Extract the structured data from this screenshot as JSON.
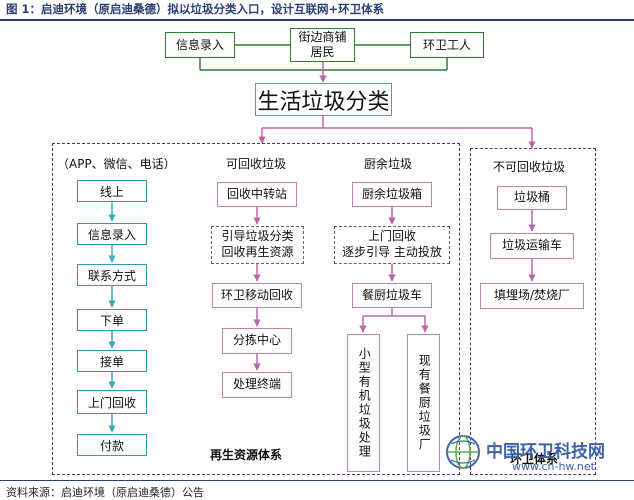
{
  "figure_title": "图 1：启迪环境（原启迪桑德）拟以垃圾分类入口，设计互联网+环卫体系",
  "source_note": "资料来源：启迪环境（原启迪桑德）公告",
  "top": {
    "info_entry": "信息录入",
    "residents_line1": "街边商铺",
    "residents_line2": "居民",
    "sanitation_worker": "环卫工人",
    "main": "生活垃圾分类"
  },
  "left_column": {
    "header": "（APP、微信、电话）",
    "steps": [
      "线上",
      "信息录入",
      "联系方式",
      "下单",
      "接单",
      "上门回收",
      "付款"
    ]
  },
  "recyclable": {
    "header": "可回收垃圾",
    "transfer_station": "回收中转站",
    "guide_line1": "引导垃圾分类",
    "guide_line2": "回收再生资源",
    "mobile_recycling": "环卫移动回收",
    "sorting_center": "分拣中心",
    "terminal": "处理终端",
    "system_label": "再生资源体系"
  },
  "kitchen": {
    "header": "厨余垃圾",
    "bin": "厨余垃圾箱",
    "pickup_line1": "上门回收",
    "pickup_line2": "逐步引导 主动投放",
    "truck": "餐厨垃圾车",
    "small_facility": "小型有机垃圾处理",
    "existing_plant": "现有餐厨垃圾厂"
  },
  "non_recyclable": {
    "header": "不可回收垃圾",
    "bin": "垃圾桶",
    "truck": "垃圾运输车",
    "landfill": "填埋场/焚烧厂",
    "system_label": "环卫体系"
  },
  "watermark": {
    "name": "中国环卫科技网",
    "url": "www.cn-hw.net"
  },
  "colors": {
    "green_border": "#2e7d32",
    "pink_border": "#c37fb8",
    "teal_border": "#2f9ab2",
    "group_border": "#6b2a6b",
    "title_blue": "#2c3e73"
  }
}
